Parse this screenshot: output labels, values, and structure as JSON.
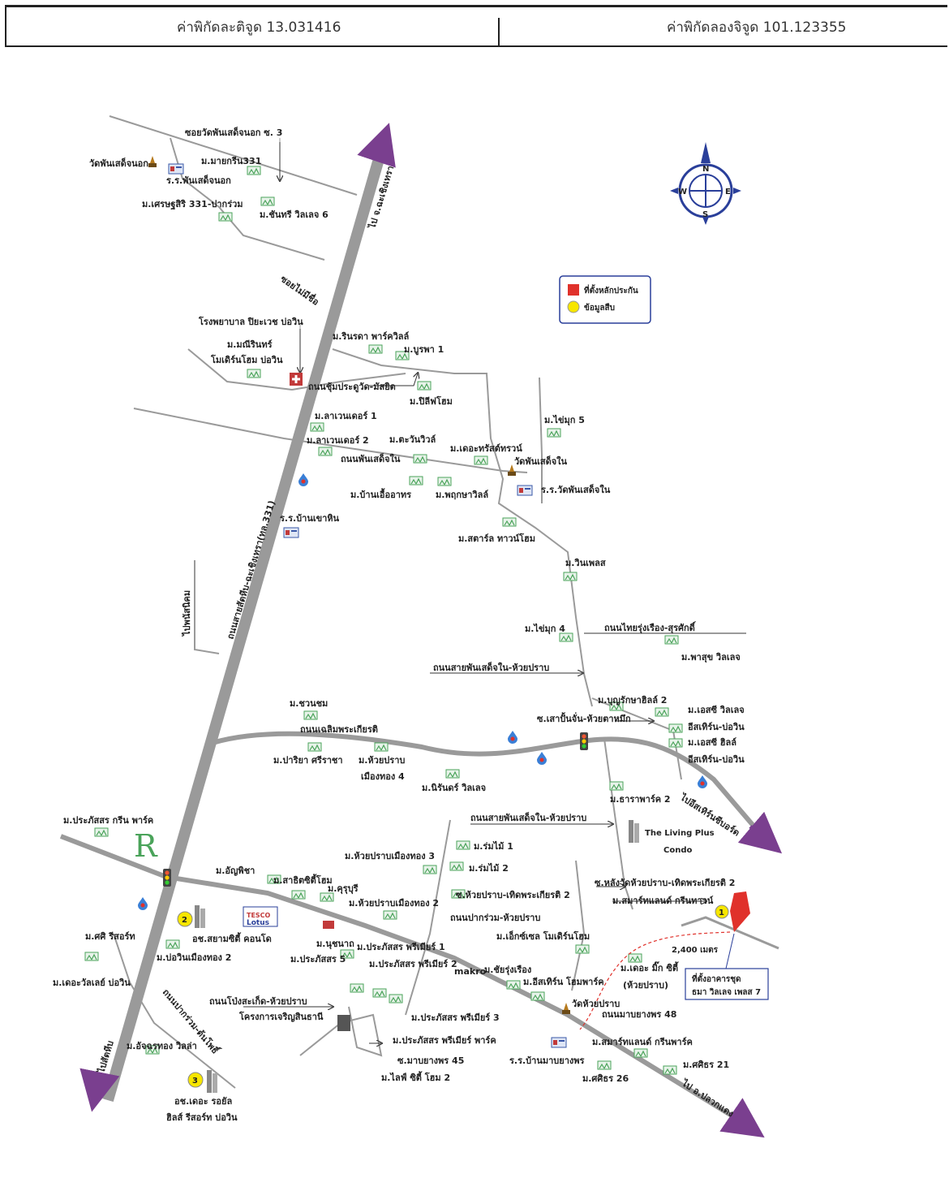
{
  "header": {
    "lat_label": "ค่าพิกัดละติจูด 13.031416",
    "lon_label": "ค่าพิกัดลองจิจูด 101.123355"
  },
  "legend": {
    "collateral": "ที่ตั้งหลักประกัน",
    "survey": "ข้อมูลสืบ"
  },
  "colors": {
    "road": "#9a9a9a",
    "arrow": "#7a3f8f",
    "collateral": "#e0312b",
    "survey": "#f7e600",
    "village": "#4aa35a",
    "callout": "#2a3f9a"
  },
  "icons": [
    "compass-icon",
    "temple-icon",
    "school-icon",
    "village-icon",
    "hospital-icon",
    "traffic-light-icon",
    "gas-station-icon",
    "building-icon",
    "shop-icon"
  ],
  "labels": {
    "soi_wat_phan_sadet_nok_3": "ซอยวัดพันเสด็จนอก ซ. 3",
    "wat_phan_sadet_nok": "วัดพันเสด็จนอก",
    "school_phan_sadet_nok": "ร.ร.พันเสด็จนอก",
    "m_mayacreen_331": "ม.มายกรีน331",
    "m_setthasiri": "ม.เศรษฐสิริ 331-ปากร่วม",
    "m_chanthree": "ม.ชันทรี วิลเลจ 6",
    "to_chachoengsao": "ไป จ.ฉะเชิงเทรา",
    "soi_mai_mi_chue": "ซอยไม่มีชื่อ",
    "hospital": "โรงพยาบาล ปิยะเวช บ่อวิน",
    "m_rinrada": "ม.รินรดา พาร์ควิลล์",
    "m_burapha": "ม.บูรพา 1",
    "m_manirin_1": "ม.มณีรินทร์",
    "m_manirin_2": "โมเดิร์นโฮม บ่อวิน",
    "road_chum_prakru": "ถนนชุ้มประดูวัด-มัสยิด",
    "m_pilif": "ม.ปิลีฟโฮม",
    "m_lavender_1": "ม.ลาเวนเดอร์ 1",
    "m_lavender_2": "ม.ลาเวนเดอร์ 2",
    "m_tawanville": "ม.ตะวันวิวล์",
    "road_phan_sadet_nai": "ถนนพันเสด็จใน",
    "m_the_trust": "ม.เดอะทรัสต์ทรวน์",
    "wat_phan_sadet_nai": "วัดพันเสด็จใน",
    "school_wat_phan_sadet_nai": "ร.ร.วัดพันเสด็จใน",
    "m_chaimuk_5": "ม.ไข่มุก 5",
    "m_ban_uea_athon": "ม.บ้านเอื้ออาทร",
    "m_phruksa": "ม.พฤกษาวิลล์",
    "school_ban_khao_hin": "ร.ร.บ้านเขาหิน",
    "road_331": "ถนนสายสัตหีบ-ฉะเชิงเทรา(ทล.331)",
    "to_phanat_nikhom": "ไปพนัสนิคม",
    "m_startle": "ม.สตาร์ล ทาวน์โฮม",
    "m_winplace": "ม.วินเพลส",
    "m_chaimuk_4": "ม.ไข่มุก 4",
    "road_thai_rung_rueang": "ถนนไทยรุ่งเรือง-สุรศักดิ์",
    "m_phasuk": "ม.พาสุข วิลเลจ",
    "road_phan_sadet_huai_prap_1": "ถนนสายพันเสด็จใน-ห้วยปราบ",
    "m_chuanchom": "ม.ชวนชม",
    "m_boonrak": "ม.บุญรักษาฮิลล์ 2",
    "soi_sao_phan_chan": "ซ.เสาปั้นจั่น-ห้วยตาหมึก",
    "m_es_village": "ม.เอสซี วิลเลจ",
    "eastern_bowin_1": "อีสเทิร์น-บ่อวิน",
    "m_es_hill": "ม.เอสซี ฮิลล์",
    "eastern_bowin_2": "อีสเทิร์น-บ่อวิน",
    "road_chaloem_phrakiat": "ถนนเฉลิมพระเกียรติ",
    "m_pariya": "ม.ปาริยา ศรีราชา",
    "m_huai_prap_1": "ม.ห้วยปราบ",
    "m_huai_prap_2": "เมืองทอง 4",
    "m_nirun": "ม.นิรันดร์ วิลเลจ",
    "m_tara_park": "ม.ธาราพาร์ค 2",
    "to_eastern_seaboard": "ไปอีสเทิร์นซีบอร์ด",
    "m_prakassorn_green": "ม.ประภัสสร กรีน พาร์ค",
    "road_phan_sadet_huai_prap_2": "ถนนสายพันเสด็จใน-ห้วยปราบ",
    "the_living_plus": "The Living Plus",
    "condo": "Condo",
    "m_rommai_1": "ม.ร่มไม้ 1",
    "m_rommai_2": "ม.ร่มไม้ 2",
    "m_huai_prap_muang_thong_3": "ม.ห้วยปราบเมืองทอง 3",
    "m_anyapicha": "ม.อัญพิชา",
    "m_sathit": "ม.สาธิตซิตี้โฮม",
    "m_kusuma": "ม.คุรุบุรี",
    "m_huai_prap_muang_thong_2": "ม.ห้วยปราบเมืองทอง 2",
    "soi_huai_prap": "ซ.ห้วยปราบ-เทิดพระเกียรติ 2",
    "soi_lang_wat": "ซ.หลังวัดห้วยปราบ-เทิดพระเกียรติ 2",
    "m_smartland_green": "ม.สมาร์ทแลนด์ กรีนทาวน์",
    "tesco_1": "TESCO",
    "tesco_2": "Lotus",
    "condo_siam_city": "อช.สยามซิตี้ คอนโด",
    "road_pak_ruam_huai_prap": "ถนนปากร่วม-ห้วยปราบ",
    "m_excel": "ม.เอ็กซ์เซล โมเดิร์นโฮม",
    "m_sasi": "ม.ศศิ รีสอร์ท",
    "m_bowin_muang_thong": "ม.บ่อวินเมืองทอง 2",
    "m_nakhon": "ม.นุชนาถ",
    "m_prakassorn_5": "ม.ประภัสสร 5",
    "m_prakassorn_premier_1": "ม.ประภัสสร พรีเมียร์ 1",
    "m_prakassorn_premier_2": "ม.ประภัสสร พรีเมียร์ 2",
    "distance": "2,400 เมตร",
    "m_the_mix": "ม.เดอะ มิ๊ก ซิตี้",
    "m_the_mix_2": "(ห้วยปราบ)",
    "makro": "makro",
    "m_chai_rung": "ม.ชัยรุ่งเรือง",
    "m_eastern_home": "ม.อีสเทิร์น โฮมพาร์ค",
    "m_the_valley": "ม.เดอะวัลเลย์ บ่อวิน",
    "road_pong_sa_kiat": "ถนนโป่งสะเก็ด-ห้วยปราบ",
    "project_charoen": "โครงการเจริญสินธานี",
    "wat_huai_prap": "วัดห้วยปราบ",
    "road_map_yang_phon": "ถนนมาบยางพร 48",
    "m_prakassorn_premier_3": "ม.ประภัสสร พรีเมียร์ 3",
    "m_prakassorn_premier_park": "ม.ประภัสสร พรีเมียร์ พาร์ค",
    "road_pak_ruam_ton_pho": "ถนนปากร่วม-ต้นโพธิ์",
    "m_atchara": "ม.อัจฉรทอง วิลล่า",
    "soi_map_yang_phon": "ซ.มาบยางพร 45",
    "m_life_city": "ม.ไลฟ์ ซิตี้ โฮม 2",
    "school_ban_map_yang_phon": "ร.ร.บ้านมาบยางพร",
    "m_smartland_park": "ม.สมาร์ทแลนด์ กรีนพาร์ค",
    "m_sasiri_26": "ม.ศศิธร 26",
    "m_sasiri_21": "ม.ศศิธร 21",
    "to_pluak_daeng": "ไป อ.ปลวกแดง",
    "to_sattahip": "ไปสัตหีบ",
    "condo_the_royal_1": "อช.เดอะ รอยัล",
    "condo_the_royal_2": "ฮิลส์ รีสอร์ท บ่อวิน",
    "callout_1": "ที่ตั้งอาคารชุด",
    "callout_2": "ธมา วิลเลจ เพลส 7",
    "r_logo": "R",
    "num_1": "1",
    "num_2": "2",
    "num_3": "3",
    "compass_n": "N",
    "compass_e": "E",
    "compass_s": "S",
    "compass_w": "W"
  }
}
